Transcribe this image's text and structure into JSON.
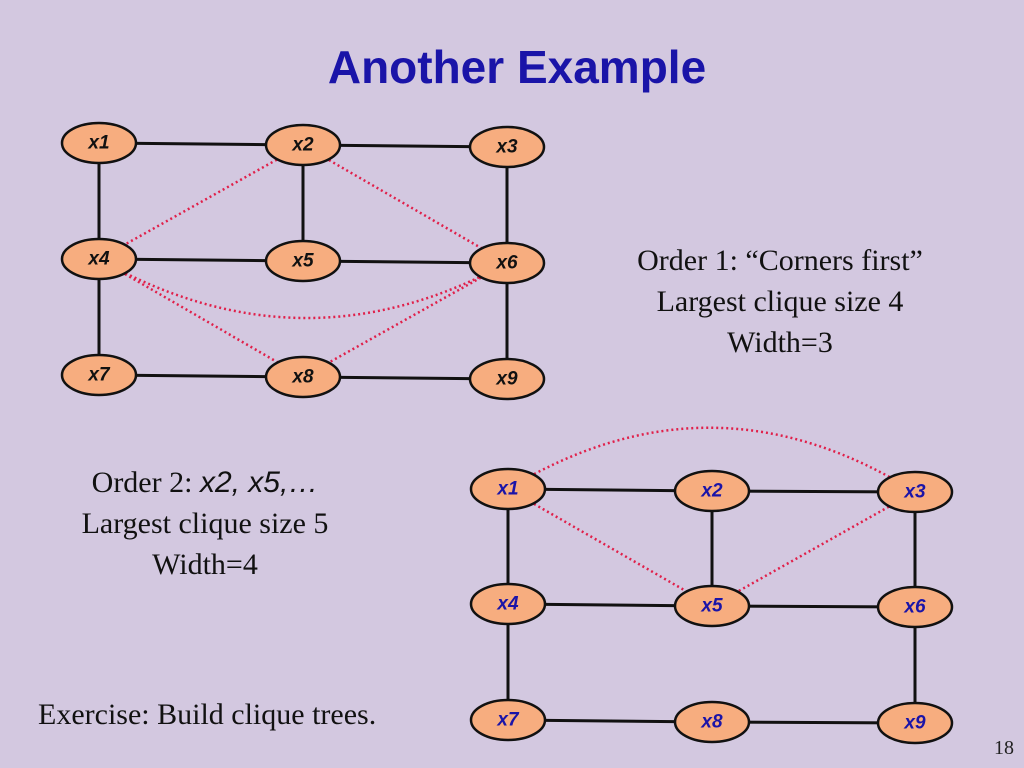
{
  "slide": {
    "title": "Another Example",
    "page_number": "18"
  },
  "order1": {
    "line1": "Order 1: “Corners first”",
    "line2": "Largest clique size 4",
    "line3": "Width=3"
  },
  "order2": {
    "prefix": "Order 2:",
    "sequence": "x2, x5,…",
    "line2": "Largest clique size 5",
    "line3": "Width=4"
  },
  "exercise": "Exercise: Build clique trees.",
  "colors": {
    "title": "#1a14a8",
    "background": "#d3c8e0",
    "node_fill": "#f7ad7f",
    "solid_edge": "#111111",
    "fill_in_edge": "#e0204a",
    "label_graph1": "#111111",
    "label_graph2": "#1a14a8"
  },
  "graph1": {
    "nodes": [
      "x1",
      "x2",
      "x3",
      "x4",
      "x5",
      "x6",
      "x7",
      "x8",
      "x9"
    ],
    "solid_edges": [
      [
        "x1",
        "x2"
      ],
      [
        "x2",
        "x3"
      ],
      [
        "x1",
        "x4"
      ],
      [
        "x2",
        "x5"
      ],
      [
        "x3",
        "x6"
      ],
      [
        "x4",
        "x5"
      ],
      [
        "x5",
        "x6"
      ],
      [
        "x4",
        "x7"
      ],
      [
        "x6",
        "x9"
      ],
      [
        "x7",
        "x8"
      ],
      [
        "x8",
        "x9"
      ]
    ],
    "fill_in_edges": [
      [
        "x2",
        "x4"
      ],
      [
        "x2",
        "x6"
      ],
      [
        "x4",
        "x6"
      ],
      [
        "x4",
        "x8"
      ],
      [
        "x6",
        "x8"
      ]
    ]
  },
  "graph2": {
    "nodes": [
      "x1",
      "x2",
      "x3",
      "x4",
      "x5",
      "x6",
      "x7",
      "x8",
      "x9"
    ],
    "solid_edges": [
      [
        "x1",
        "x2"
      ],
      [
        "x2",
        "x3"
      ],
      [
        "x1",
        "x4"
      ],
      [
        "x2",
        "x5"
      ],
      [
        "x3",
        "x6"
      ],
      [
        "x4",
        "x5"
      ],
      [
        "x5",
        "x6"
      ],
      [
        "x4",
        "x7"
      ],
      [
        "x6",
        "x9"
      ],
      [
        "x7",
        "x8"
      ],
      [
        "x8",
        "x9"
      ]
    ],
    "fill_in_edges": [
      [
        "x1",
        "x3"
      ],
      [
        "x1",
        "x5"
      ],
      [
        "x3",
        "x5"
      ]
    ]
  }
}
